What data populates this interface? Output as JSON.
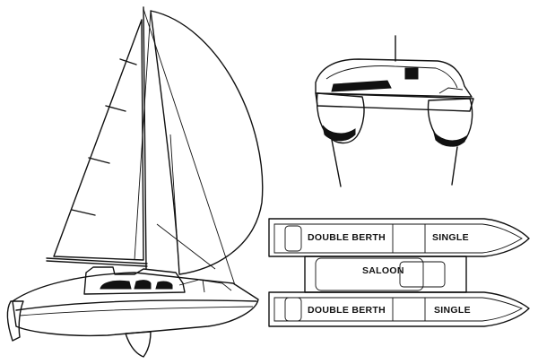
{
  "plan_labels": {
    "top_double_berth": "DOUBLE BERTH",
    "top_single": "SINGLE",
    "saloon": "SALOON",
    "bottom_double_berth": "DOUBLE BERTH",
    "bottom_single": "SINGLE"
  },
  "colors": {
    "ink": "#111111",
    "paper": "#ffffff"
  }
}
